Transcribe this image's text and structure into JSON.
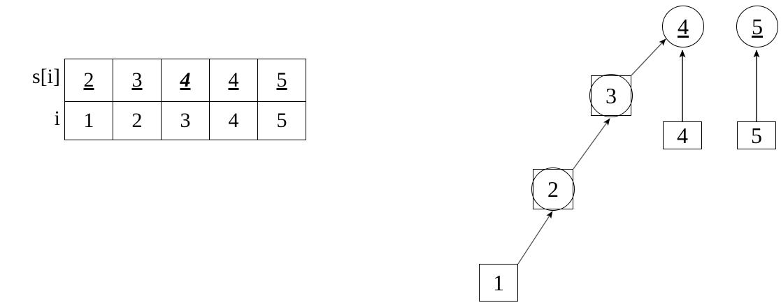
{
  "array_table": {
    "row_labels": {
      "values_label": "s[i]",
      "index_label": "i"
    },
    "values_row": [
      {
        "text": "2",
        "style": "underline"
      },
      {
        "text": "3",
        "style": "underline"
      },
      {
        "text": "4",
        "style": "underline-bold-italic"
      },
      {
        "text": "4",
        "style": "underline"
      },
      {
        "text": "5",
        "style": "underline"
      }
    ],
    "index_row": [
      "1",
      "2",
      "3",
      "4",
      "5"
    ]
  },
  "diagram": {
    "nodes": [
      {
        "id": "node-1",
        "label": "1",
        "shape": "square",
        "underlined": false
      },
      {
        "id": "node-2",
        "label": "2",
        "shape": "square-circle",
        "underlined": false
      },
      {
        "id": "node-3",
        "label": "3",
        "shape": "square-circle",
        "underlined": false
      },
      {
        "id": "node-sq4",
        "label": "4",
        "shape": "square",
        "underlined": false
      },
      {
        "id": "node-sq5",
        "label": "5",
        "shape": "square",
        "underlined": false
      },
      {
        "id": "node-c4",
        "label": "4",
        "shape": "circle",
        "underlined": true
      },
      {
        "id": "node-c5",
        "label": "5",
        "shape": "circle",
        "underlined": true
      }
    ],
    "edges": [
      {
        "from": "node-1",
        "to": "node-2",
        "kind": "diagonal"
      },
      {
        "from": "node-2",
        "to": "node-3",
        "kind": "diagonal"
      },
      {
        "from": "node-3",
        "to": "node-c4",
        "kind": "diagonal"
      },
      {
        "from": "node-sq4",
        "to": "node-c4",
        "kind": "vertical"
      },
      {
        "from": "node-sq5",
        "to": "node-c5",
        "kind": "vertical"
      }
    ]
  },
  "colors": {
    "ink": "#000000",
    "background": "#ffffff"
  }
}
